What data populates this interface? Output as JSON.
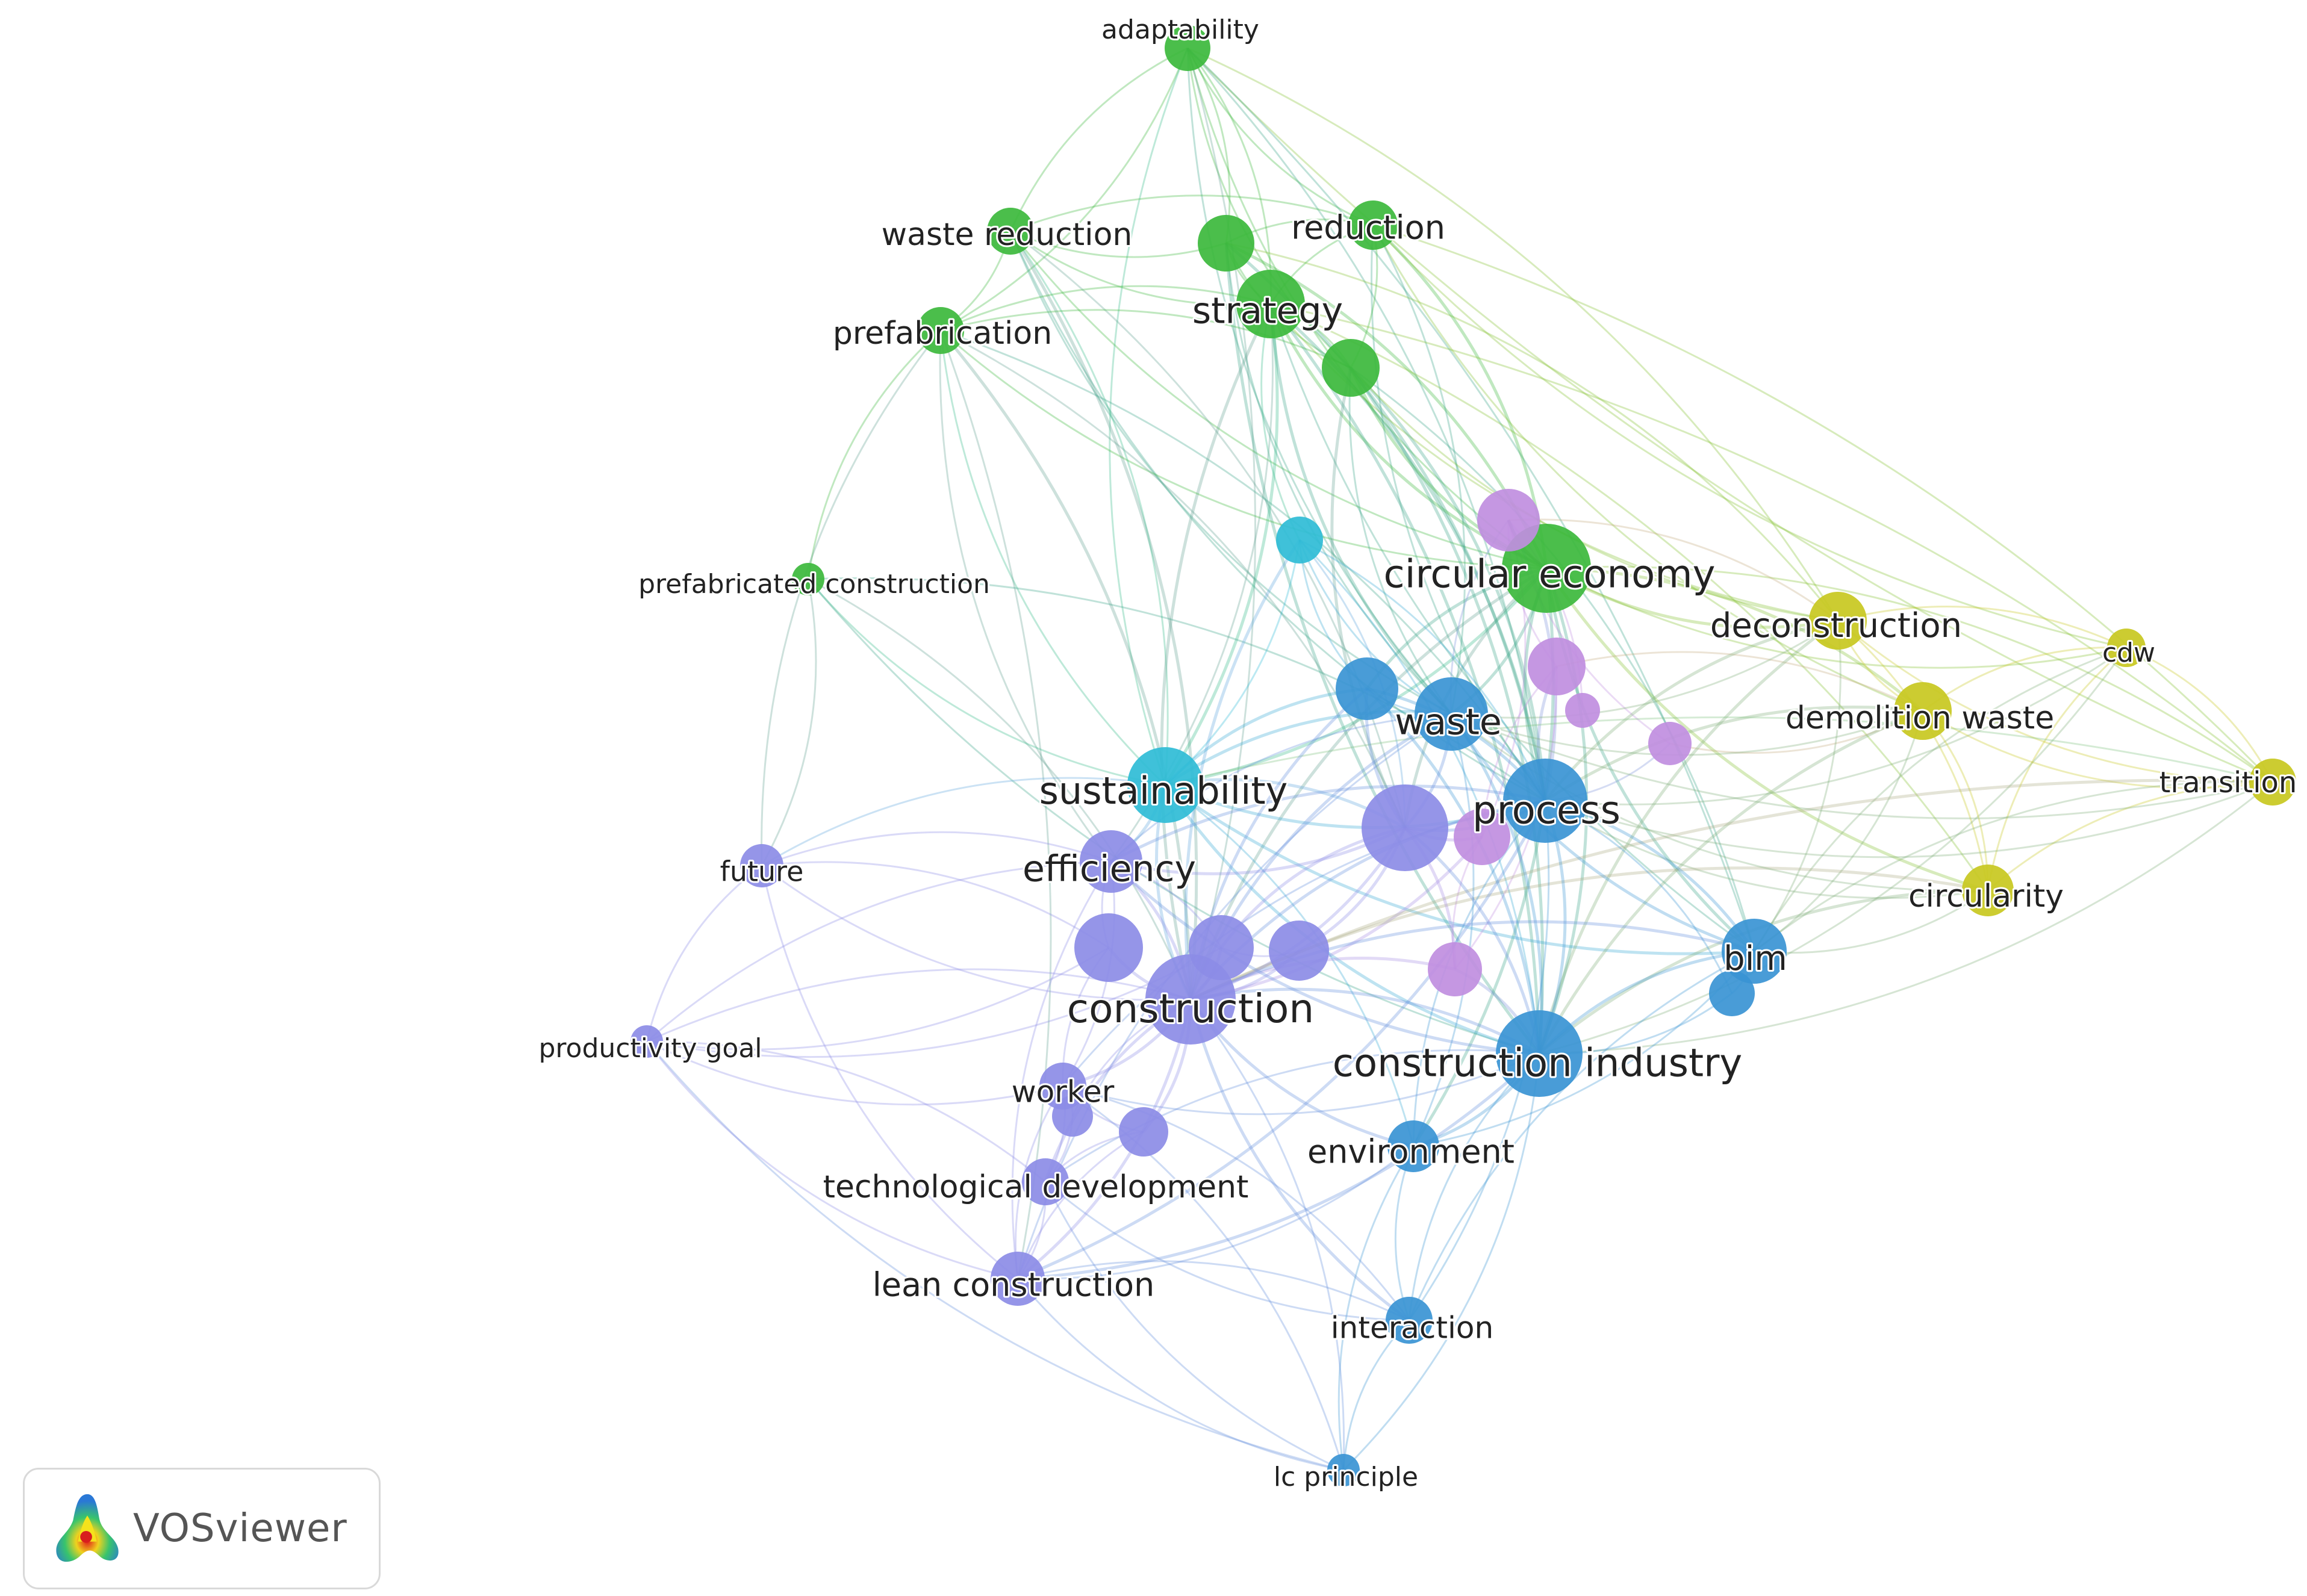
{
  "clusters": {
    "green": "#3cb83c",
    "yellow": "#c8c820",
    "cyan": "#2fbcd6",
    "blue": "#3a94d4",
    "violet": "#8c8ce6",
    "purple": "#c08ee0"
  },
  "nodes": [
    {
      "id": "adaptability",
      "label": "adaptability",
      "cluster": "green",
      "weight": 1.2
    },
    {
      "id": "waste_reduction",
      "label": "waste reduction",
      "cluster": "green",
      "weight": 1.3
    },
    {
      "id": "g_unl1",
      "label": "",
      "cluster": "green",
      "weight": 1.7
    },
    {
      "id": "reduction",
      "label": "reduction",
      "cluster": "green",
      "weight": 1.4
    },
    {
      "id": "strategy",
      "label": "strategy",
      "cluster": "green",
      "weight": 2.3
    },
    {
      "id": "prefabrication",
      "label": "prefabrication",
      "cluster": "green",
      "weight": 1.3
    },
    {
      "id": "g_unl2",
      "label": "",
      "cluster": "green",
      "weight": 1.8
    },
    {
      "id": "prefabricated_construction",
      "label": "prefabricated construction",
      "cluster": "green",
      "weight": 0.6
    },
    {
      "id": "circular_economy",
      "label": "circular economy",
      "cluster": "green",
      "weight": 3.2
    },
    {
      "id": "c_unl1",
      "label": "",
      "cluster": "cyan",
      "weight": 1.3
    },
    {
      "id": "sustainability",
      "label": "sustainability",
      "cluster": "cyan",
      "weight": 2.6
    },
    {
      "id": "p_unl1",
      "label": "",
      "cluster": "purple",
      "weight": 2.0
    },
    {
      "id": "p_unl2",
      "label": "",
      "cluster": "purple",
      "weight": 1.8
    },
    {
      "id": "p_unl3",
      "label": "",
      "cluster": "purple",
      "weight": 0.7
    },
    {
      "id": "p_unl4",
      "label": "",
      "cluster": "purple",
      "weight": 1.1
    },
    {
      "id": "p_unl5",
      "label": "",
      "cluster": "purple",
      "weight": 1.7
    },
    {
      "id": "p_unl6",
      "label": "",
      "cluster": "purple",
      "weight": 1.6
    },
    {
      "id": "deconstruction",
      "label": "deconstruction",
      "cluster": "yellow",
      "weight": 1.8
    },
    {
      "id": "cdw",
      "label": "cdw",
      "cluster": "yellow",
      "weight": 0.9
    },
    {
      "id": "demolition_waste",
      "label": "demolition waste",
      "cluster": "yellow",
      "weight": 1.8
    },
    {
      "id": "transition",
      "label": "transition",
      "cluster": "yellow",
      "weight": 1.3
    },
    {
      "id": "circularity",
      "label": "circularity",
      "cluster": "yellow",
      "weight": 1.5
    },
    {
      "id": "b_unl1",
      "label": "",
      "cluster": "blue",
      "weight": 2.0
    },
    {
      "id": "waste",
      "label": "waste",
      "cluster": "blue",
      "weight": 2.5
    },
    {
      "id": "process",
      "label": "process",
      "cluster": "blue",
      "weight": 3.0
    },
    {
      "id": "bim",
      "label": "bim",
      "cluster": "blue",
      "weight": 2.1
    },
    {
      "id": "b_unl2",
      "label": "",
      "cluster": "blue",
      "weight": 1.2
    },
    {
      "id": "construction_industry",
      "label": "construction industry",
      "cluster": "blue",
      "weight": 3.1
    },
    {
      "id": "environment",
      "label": "environment",
      "cluster": "blue",
      "weight": 1.5
    },
    {
      "id": "interaction",
      "label": "interaction",
      "cluster": "blue",
      "weight": 1.3
    },
    {
      "id": "lc_principle",
      "label": "lc principle",
      "cluster": "blue",
      "weight": 0.6
    },
    {
      "id": "future",
      "label": "future",
      "cluster": "violet",
      "weight": 1.1
    },
    {
      "id": "efficiency",
      "label": "efficiency",
      "cluster": "violet",
      "weight": 2.0
    },
    {
      "id": "v_unl1",
      "label": "",
      "cluster": "violet",
      "weight": 3.1
    },
    {
      "id": "v_unl2",
      "label": "",
      "cluster": "violet",
      "weight": 2.3
    },
    {
      "id": "v_unl3",
      "label": "",
      "cluster": "violet",
      "weight": 2.1
    },
    {
      "id": "v_unl4",
      "label": "",
      "cluster": "violet",
      "weight": 1.9
    },
    {
      "id": "construction",
      "label": "construction",
      "cluster": "violet",
      "weight": 3.3
    },
    {
      "id": "productivity_goal",
      "label": "productivity goal",
      "cluster": "violet",
      "weight": 0.6
    },
    {
      "id": "worker",
      "label": "worker",
      "cluster": "violet",
      "weight": 1.3
    },
    {
      "id": "v_unl5",
      "label": "",
      "cluster": "violet",
      "weight": 1.0
    },
    {
      "id": "v_unl6",
      "label": "",
      "cluster": "violet",
      "weight": 1.4
    },
    {
      "id": "technological_development",
      "label": "technological development",
      "cluster": "violet",
      "weight": 1.3
    },
    {
      "id": "lean_construction",
      "label": "lean construction",
      "cluster": "violet",
      "weight": 1.6
    }
  ],
  "links": [
    [
      "adaptability",
      "waste_reduction"
    ],
    [
      "adaptability",
      "strategy"
    ],
    [
      "adaptability",
      "reduction"
    ],
    [
      "adaptability",
      "prefabrication"
    ],
    [
      "adaptability",
      "circular_economy"
    ],
    [
      "adaptability",
      "g_unl1"
    ],
    [
      "adaptability",
      "g_unl2"
    ],
    [
      "adaptability",
      "deconstruction"
    ],
    [
      "adaptability",
      "transition"
    ],
    [
      "adaptability",
      "process"
    ],
    [
      "adaptability",
      "sustainability"
    ],
    [
      "adaptability",
      "construction"
    ],
    [
      "adaptability",
      "waste"
    ],
    [
      "adaptability",
      "bim"
    ],
    [
      "waste_reduction",
      "strategy"
    ],
    [
      "waste_reduction",
      "prefabrication"
    ],
    [
      "waste_reduction",
      "g_unl1"
    ],
    [
      "waste_reduction",
      "reduction"
    ],
    [
      "waste_reduction",
      "circular_economy"
    ],
    [
      "waste_reduction",
      "construction"
    ],
    [
      "waste_reduction",
      "waste"
    ],
    [
      "waste_reduction",
      "sustainability"
    ],
    [
      "waste_reduction",
      "process"
    ],
    [
      "waste_reduction",
      "v_unl1"
    ],
    [
      "g_unl1",
      "strategy"
    ],
    [
      "g_unl1",
      "reduction"
    ],
    [
      "g_unl1",
      "g_unl2"
    ],
    [
      "g_unl1",
      "circular_economy"
    ],
    [
      "g_unl1",
      "waste"
    ],
    [
      "g_unl1",
      "process"
    ],
    [
      "g_unl1",
      "construction_industry"
    ],
    [
      "g_unl1",
      "deconstruction"
    ],
    [
      "reduction",
      "strategy"
    ],
    [
      "reduction",
      "circular_economy"
    ],
    [
      "reduction",
      "cdw"
    ],
    [
      "reduction",
      "transition"
    ],
    [
      "reduction",
      "demolition_waste"
    ],
    [
      "reduction",
      "waste"
    ],
    [
      "reduction",
      "process"
    ],
    [
      "reduction",
      "g_unl2"
    ],
    [
      "strategy",
      "prefabrication"
    ],
    [
      "strategy",
      "g_unl2"
    ],
    [
      "strategy",
      "circular_economy"
    ],
    [
      "strategy",
      "sustainability"
    ],
    [
      "strategy",
      "waste"
    ],
    [
      "strategy",
      "process"
    ],
    [
      "strategy",
      "construction"
    ],
    [
      "strategy",
      "construction_industry"
    ],
    [
      "strategy",
      "deconstruction"
    ],
    [
      "strategy",
      "circularity"
    ],
    [
      "strategy",
      "c_unl1"
    ],
    [
      "strategy",
      "efficiency"
    ],
    [
      "strategy",
      "bim"
    ],
    [
      "strategy",
      "transition"
    ],
    [
      "prefabrication",
      "prefabricated_construction"
    ],
    [
      "prefabrication",
      "construction"
    ],
    [
      "prefabrication",
      "sustainability"
    ],
    [
      "prefabrication",
      "g_unl2"
    ],
    [
      "prefabrication",
      "circular_economy"
    ],
    [
      "prefabrication",
      "lean_construction"
    ],
    [
      "prefabrication",
      "efficiency"
    ],
    [
      "prefabrication",
      "process"
    ],
    [
      "prefabrication",
      "future"
    ],
    [
      "prefabrication",
      "v_unl1"
    ],
    [
      "g_unl2",
      "circular_economy"
    ],
    [
      "g_unl2",
      "process"
    ],
    [
      "g_unl2",
      "waste"
    ],
    [
      "g_unl2",
      "construction_industry"
    ],
    [
      "g_unl2",
      "deconstruction"
    ],
    [
      "g_unl2",
      "bim"
    ],
    [
      "g_unl2",
      "v_unl1"
    ],
    [
      "prefabricated_construction",
      "construction"
    ],
    [
      "prefabricated_construction",
      "sustainability"
    ],
    [
      "prefabricated_construction",
      "future"
    ],
    [
      "prefabricated_construction",
      "construction_industry"
    ],
    [
      "prefabricated_construction",
      "process"
    ],
    [
      "circular_economy",
      "deconstruction"
    ],
    [
      "circular_economy",
      "demolition_waste"
    ],
    [
      "circular_economy",
      "cdw"
    ],
    [
      "circular_economy",
      "transition"
    ],
    [
      "circular_economy",
      "circularity"
    ],
    [
      "circular_economy",
      "waste"
    ],
    [
      "circular_economy",
      "process"
    ],
    [
      "circular_economy",
      "construction_industry"
    ],
    [
      "circular_economy",
      "bim"
    ],
    [
      "circular_economy",
      "sustainability"
    ],
    [
      "circular_economy",
      "construction"
    ],
    [
      "circular_economy",
      "p_unl1"
    ],
    [
      "circular_economy",
      "b_unl1"
    ],
    [
      "circular_economy",
      "environment"
    ],
    [
      "circular_economy",
      "v_unl1"
    ],
    [
      "c_unl1",
      "sustainability"
    ],
    [
      "c_unl1",
      "waste"
    ],
    [
      "c_unl1",
      "process"
    ],
    [
      "c_unl1",
      "construction"
    ],
    [
      "c_unl1",
      "construction_industry"
    ],
    [
      "c_unl1",
      "b_unl1"
    ],
    [
      "c_unl1",
      "v_unl1"
    ],
    [
      "sustainability",
      "construction"
    ],
    [
      "sustainability",
      "efficiency"
    ],
    [
      "sustainability",
      "process"
    ],
    [
      "sustainability",
      "waste"
    ],
    [
      "sustainability",
      "construction_industry"
    ],
    [
      "sustainability",
      "v_unl1"
    ],
    [
      "sustainability",
      "future"
    ],
    [
      "sustainability",
      "environment"
    ],
    [
      "sustainability",
      "bim"
    ],
    [
      "sustainability",
      "b_unl1"
    ],
    [
      "p_unl1",
      "p_unl2"
    ],
    [
      "p_unl1",
      "p_unl3"
    ],
    [
      "p_unl1",
      "p_unl4"
    ],
    [
      "p_unl1",
      "p_unl5"
    ],
    [
      "p_unl1",
      "waste"
    ],
    [
      "p_unl1",
      "process"
    ],
    [
      "p_unl1",
      "circular_economy"
    ],
    [
      "p_unl1",
      "deconstruction"
    ],
    [
      "p_unl2",
      "p_unl5"
    ],
    [
      "p_unl2",
      "p_unl6"
    ],
    [
      "p_unl2",
      "process"
    ],
    [
      "p_unl2",
      "demolition_waste"
    ],
    [
      "p_unl5",
      "p_unl6"
    ],
    [
      "p_unl5",
      "construction"
    ],
    [
      "p_unl6",
      "construction"
    ],
    [
      "p_unl6",
      "construction_industry"
    ],
    [
      "p_unl4",
      "demolition_waste"
    ],
    [
      "p_unl4",
      "process"
    ],
    [
      "deconstruction",
      "demolition_waste"
    ],
    [
      "deconstruction",
      "cdw"
    ],
    [
      "deconstruction",
      "transition"
    ],
    [
      "deconstruction",
      "circularity"
    ],
    [
      "deconstruction",
      "process"
    ],
    [
      "deconstruction",
      "bim"
    ],
    [
      "deconstruction",
      "construction_industry"
    ],
    [
      "deconstruction",
      "waste"
    ],
    [
      "cdw",
      "demolition_waste"
    ],
    [
      "cdw",
      "transition"
    ],
    [
      "cdw",
      "circularity"
    ],
    [
      "cdw",
      "process"
    ],
    [
      "cdw",
      "bim"
    ],
    [
      "cdw",
      "construction_industry"
    ],
    [
      "demolition_waste",
      "transition"
    ],
    [
      "demolition_waste",
      "circularity"
    ],
    [
      "demolition_waste",
      "process"
    ],
    [
      "demolition_waste",
      "waste"
    ],
    [
      "demolition_waste",
      "construction_industry"
    ],
    [
      "demolition_waste",
      "bim"
    ],
    [
      "transition",
      "circularity"
    ],
    [
      "transition",
      "construction_industry"
    ],
    [
      "transition",
      "bim"
    ],
    [
      "transition",
      "process"
    ],
    [
      "transition",
      "construction"
    ],
    [
      "transition",
      "waste"
    ],
    [
      "transition",
      "sustainability"
    ],
    [
      "circularity",
      "bim"
    ],
    [
      "circularity",
      "construction_industry"
    ],
    [
      "circularity",
      "process"
    ],
    [
      "circularity",
      "construction"
    ],
    [
      "circularity",
      "waste"
    ],
    [
      "b_unl1",
      "waste"
    ],
    [
      "b_unl1",
      "process"
    ],
    [
      "b_unl1",
      "construction"
    ],
    [
      "b_unl1",
      "construction_industry"
    ],
    [
      "b_unl1",
      "v_unl1"
    ],
    [
      "waste",
      "process"
    ],
    [
      "waste",
      "construction"
    ],
    [
      "waste",
      "construction_industry"
    ],
    [
      "waste",
      "bim"
    ],
    [
      "waste",
      "v_unl1"
    ],
    [
      "waste",
      "efficiency"
    ],
    [
      "waste",
      "environment"
    ],
    [
      "waste",
      "lean_construction"
    ],
    [
      "process",
      "construction_industry"
    ],
    [
      "process",
      "construction"
    ],
    [
      "process",
      "bim"
    ],
    [
      "process",
      "environment"
    ],
    [
      "process",
      "v_unl1"
    ],
    [
      "process",
      "efficiency"
    ],
    [
      "process",
      "interaction"
    ],
    [
      "process",
      "worker"
    ],
    [
      "process",
      "lean_construction"
    ],
    [
      "bim",
      "construction_industry"
    ],
    [
      "bim",
      "b_unl2"
    ],
    [
      "bim",
      "construction"
    ],
    [
      "bim",
      "environment"
    ],
    [
      "bim",
      "interaction"
    ],
    [
      "construction_industry",
      "environment"
    ],
    [
      "construction_industry",
      "interaction"
    ],
    [
      "construction_industry",
      "lc_principle"
    ],
    [
      "construction_industry",
      "construction"
    ],
    [
      "construction_industry",
      "worker"
    ],
    [
      "construction_industry",
      "technological_development"
    ],
    [
      "construction_industry",
      "lean_construction"
    ],
    [
      "construction_industry",
      "v_unl1"
    ],
    [
      "construction_industry",
      "efficiency"
    ],
    [
      "environment",
      "interaction"
    ],
    [
      "environment",
      "construction"
    ],
    [
      "environment",
      "lc_principle"
    ],
    [
      "environment",
      "lean_construction"
    ],
    [
      "interaction",
      "lc_principle"
    ],
    [
      "interaction",
      "construction"
    ],
    [
      "interaction",
      "lean_construction"
    ],
    [
      "interaction",
      "technological_development"
    ],
    [
      "interaction",
      "worker"
    ],
    [
      "lc_principle",
      "lean_construction"
    ],
    [
      "lc_principle",
      "construction"
    ],
    [
      "lc_principle",
      "productivity_goal"
    ],
    [
      "lc_principle",
      "worker"
    ],
    [
      "lc_principle",
      "technological_development"
    ],
    [
      "future",
      "construction"
    ],
    [
      "future",
      "efficiency"
    ],
    [
      "future",
      "productivity_goal"
    ],
    [
      "future",
      "v_unl2"
    ],
    [
      "future",
      "lean_construction"
    ],
    [
      "efficiency",
      "construction"
    ],
    [
      "efficiency",
      "v_unl2"
    ],
    [
      "efficiency",
      "v_unl3"
    ],
    [
      "efficiency",
      "v_unl1"
    ],
    [
      "efficiency",
      "worker"
    ],
    [
      "efficiency",
      "lean_construction"
    ],
    [
      "v_unl1",
      "construction"
    ],
    [
      "v_unl1",
      "v_unl3"
    ],
    [
      "v_unl1",
      "v_unl4"
    ],
    [
      "v_unl1",
      "p_unl5"
    ],
    [
      "v_unl1",
      "p_unl6"
    ],
    [
      "v_unl2",
      "construction"
    ],
    [
      "v_unl2",
      "productivity_goal"
    ],
    [
      "v_unl2",
      "worker"
    ],
    [
      "v_unl3",
      "construction"
    ],
    [
      "v_unl3",
      "v_unl4"
    ],
    [
      "v_unl4",
      "construction"
    ],
    [
      "construction",
      "productivity_goal"
    ],
    [
      "construction",
      "worker"
    ],
    [
      "construction",
      "v_unl5"
    ],
    [
      "construction",
      "v_unl6"
    ],
    [
      "construction",
      "technological_development"
    ],
    [
      "construction",
      "lean_construction"
    ],
    [
      "productivity_goal",
      "worker"
    ],
    [
      "productivity_goal",
      "technological_development"
    ],
    [
      "productivity_goal",
      "lean_construction"
    ],
    [
      "productivity_goal",
      "efficiency"
    ],
    [
      "productivity_goal",
      "v_unl3"
    ],
    [
      "worker",
      "v_unl5"
    ],
    [
      "worker",
      "v_unl6"
    ],
    [
      "worker",
      "technological_development"
    ],
    [
      "worker",
      "lean_construction"
    ],
    [
      "v_unl5",
      "technological_development"
    ],
    [
      "v_unl6",
      "technological_development"
    ],
    [
      "technological_development",
      "lean_construction"
    ],
    [
      "v_unl6",
      "lean_construction"
    ],
    [
      "b_unl2",
      "construction_industry"
    ],
    [
      "b_unl2",
      "process"
    ]
  ],
  "badge": {
    "name": "VOSviewer",
    "icon": "vosviewer-logo-icon"
  }
}
